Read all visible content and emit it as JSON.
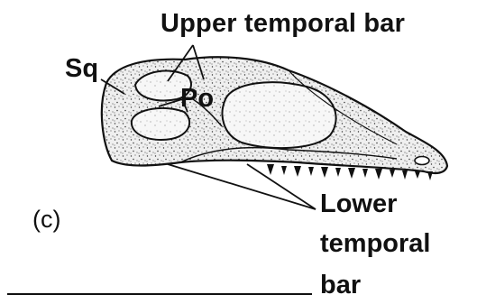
{
  "labels": {
    "upper_temporal_bar": "Upper temporal bar",
    "squamosal": "Sq",
    "postorbital": "Po",
    "panel": "(c)",
    "lower_temporal_bar_line1": "Lower",
    "lower_temporal_bar_line2": "temporal",
    "lower_temporal_bar_line3": "bar"
  },
  "colors": {
    "ink": "#111111",
    "bone_fill": "#efefef",
    "fenestra_fill": "#f7f7f7",
    "background": "#ffffff"
  }
}
